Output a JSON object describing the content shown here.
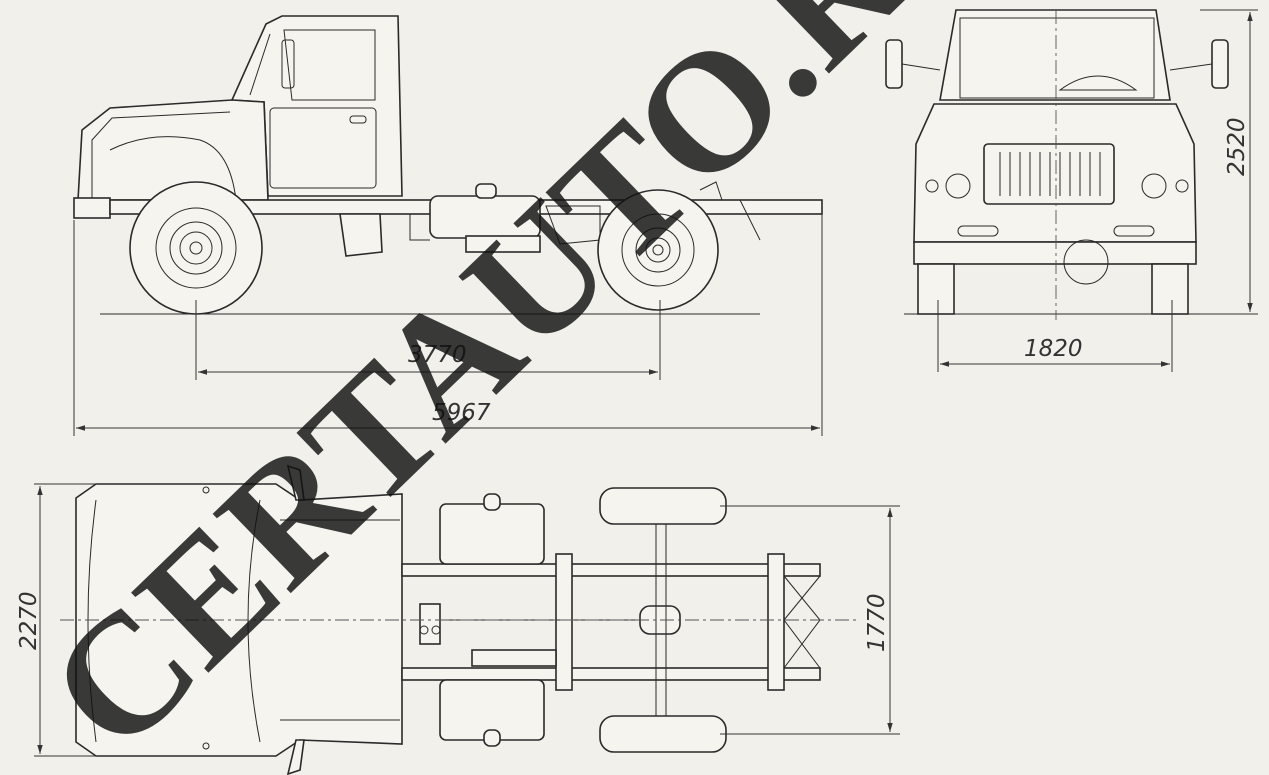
{
  "dimensions": {
    "wheelbase": "3770",
    "overall_length": "5967",
    "height": "2520",
    "rear_track": "1820",
    "overall_width": "2270",
    "front_track": "1770"
  },
  "watermark": "CERTAUTO.RU",
  "colors": {
    "paper": "#f1f0ea",
    "ink": "#2a2a2a",
    "watermark": "#111111"
  }
}
